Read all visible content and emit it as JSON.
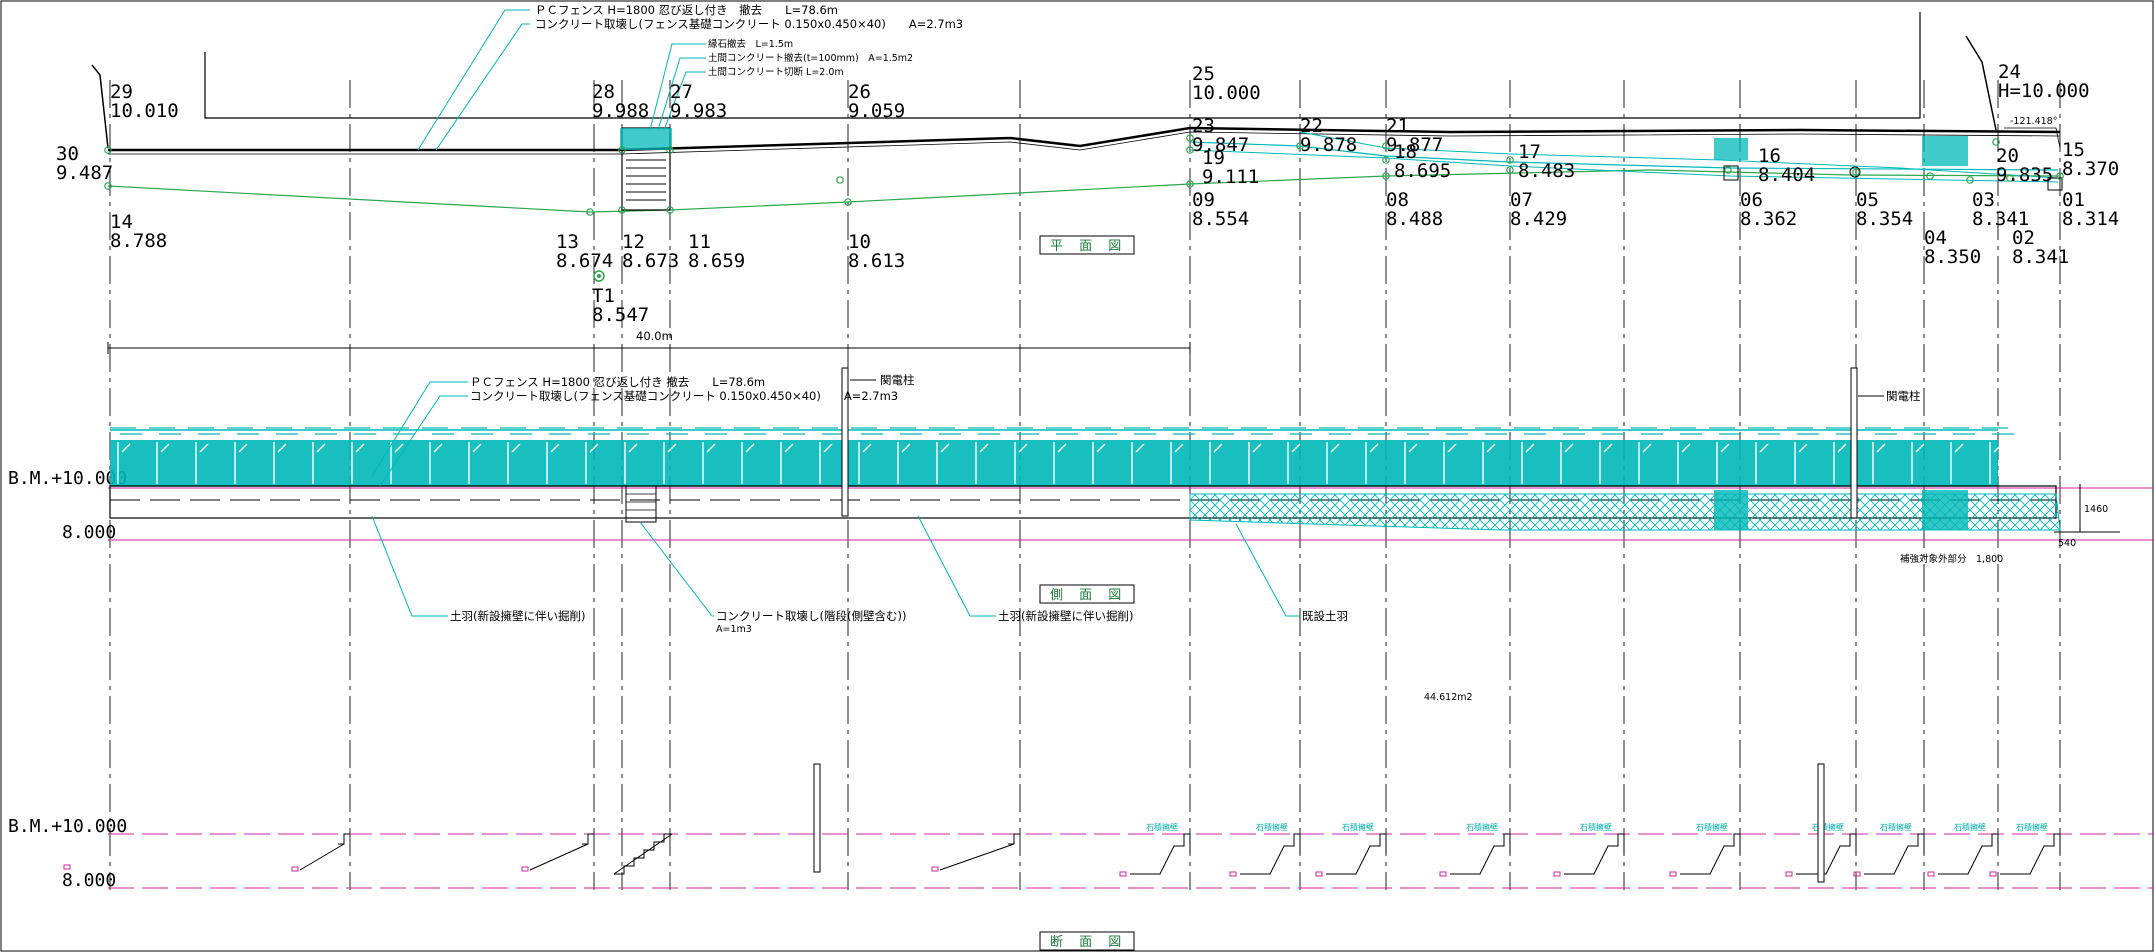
{
  "colors": {
    "cyan": "#00b8b8",
    "green": "#2aa84a",
    "magenta": "#d020a0",
    "ink": "#000000",
    "grid": "#222222"
  },
  "titles": {
    "plan": "平 面 図",
    "side": "側 面 図",
    "section": "断 面 図"
  },
  "plan_notes": {
    "fence": "ＰＣフェンス H=1800 忍び返し付き　撤去　　L=78.6m",
    "fence_concrete": "コンクリート取壊し(フェンス基礎コンクリート 0.150x0.450×40)　　A=2.7m3",
    "curb": "縁石撤去　L=1.5m",
    "soil_concrete": "土間コンクリート撤去(t=100mm)　A=1.5m2",
    "soil_cut": "土間コンクリート切断 L=2.0m",
    "angle": "-121.418°",
    "height_label": "H=10.000",
    "dimension": "40.0m"
  },
  "side_notes": {
    "fence": "ＰＣフェンス H=1800 忍び返し付き 撤去　　L=78.6m",
    "fence_concrete": "コンクリート取壊し(フェンス基礎コンクリート 0.150x0.450×40)　　A=2.7m3",
    "pole_left": "関電柱",
    "pole_right": "関電柱",
    "slope_left": "土羽(新設擁壁に伴い掘削)",
    "stairs": "コンクリート取壊し(階段(側壁含む))",
    "stairs_area": "A=1m3",
    "slope_right": "土羽(新設擁壁に伴い掘削)",
    "existing_slope": "既設土羽",
    "area": "44.612m2",
    "not_reinforced": "補強対象外部分",
    "not_reinforced_len": "1,800",
    "dim_1460": "1460",
    "dim_540": "540",
    "bm_top": "B.M.+10.000",
    "bm_bottom": "8.000"
  },
  "section_notes": {
    "bm_top": "B.M.+10.000",
    "bm_bottom": "8.000",
    "wall_tag": "石積擁壁"
  },
  "points": [
    {
      "id": "30",
      "elev": "9.487"
    },
    {
      "id": "29",
      "elev": "10.010"
    },
    {
      "id": "14",
      "elev": "8.788"
    },
    {
      "id": "28",
      "elev": "9.988"
    },
    {
      "id": "27",
      "elev": "9.983"
    },
    {
      "id": "26",
      "elev": "9.059"
    },
    {
      "id": "13",
      "elev": "8.674"
    },
    {
      "id": "12",
      "elev": "8.673"
    },
    {
      "id": "11",
      "elev": "8.659"
    },
    {
      "id": "10",
      "elev": "8.613"
    },
    {
      "id": "T1",
      "elev": "8.547"
    },
    {
      "id": "25",
      "elev": "10.000"
    },
    {
      "id": "23",
      "elev": "9.847"
    },
    {
      "id": "22",
      "elev": "9.878"
    },
    {
      "id": "21",
      "elev": "9.877"
    },
    {
      "id": "19",
      "elev": "9.111"
    },
    {
      "id": "18",
      "elev": "8.695"
    },
    {
      "id": "17",
      "elev": "8.483"
    },
    {
      "id": "16",
      "elev": "8.404"
    },
    {
      "id": "09",
      "elev": "8.554"
    },
    {
      "id": "08",
      "elev": "8.488"
    },
    {
      "id": "07",
      "elev": "8.429"
    },
    {
      "id": "06",
      "elev": "8.362"
    },
    {
      "id": "05",
      "elev": "8.354"
    },
    {
      "id": "24",
      "elev": ""
    },
    {
      "id": "20",
      "elev": "9.835"
    },
    {
      "id": "15",
      "elev": "8.370"
    },
    {
      "id": "03",
      "elev": "8.341"
    },
    {
      "id": "01",
      "elev": "8.314"
    },
    {
      "id": "04",
      "elev": "8.350"
    },
    {
      "id": "02",
      "elev": "8.341"
    }
  ]
}
